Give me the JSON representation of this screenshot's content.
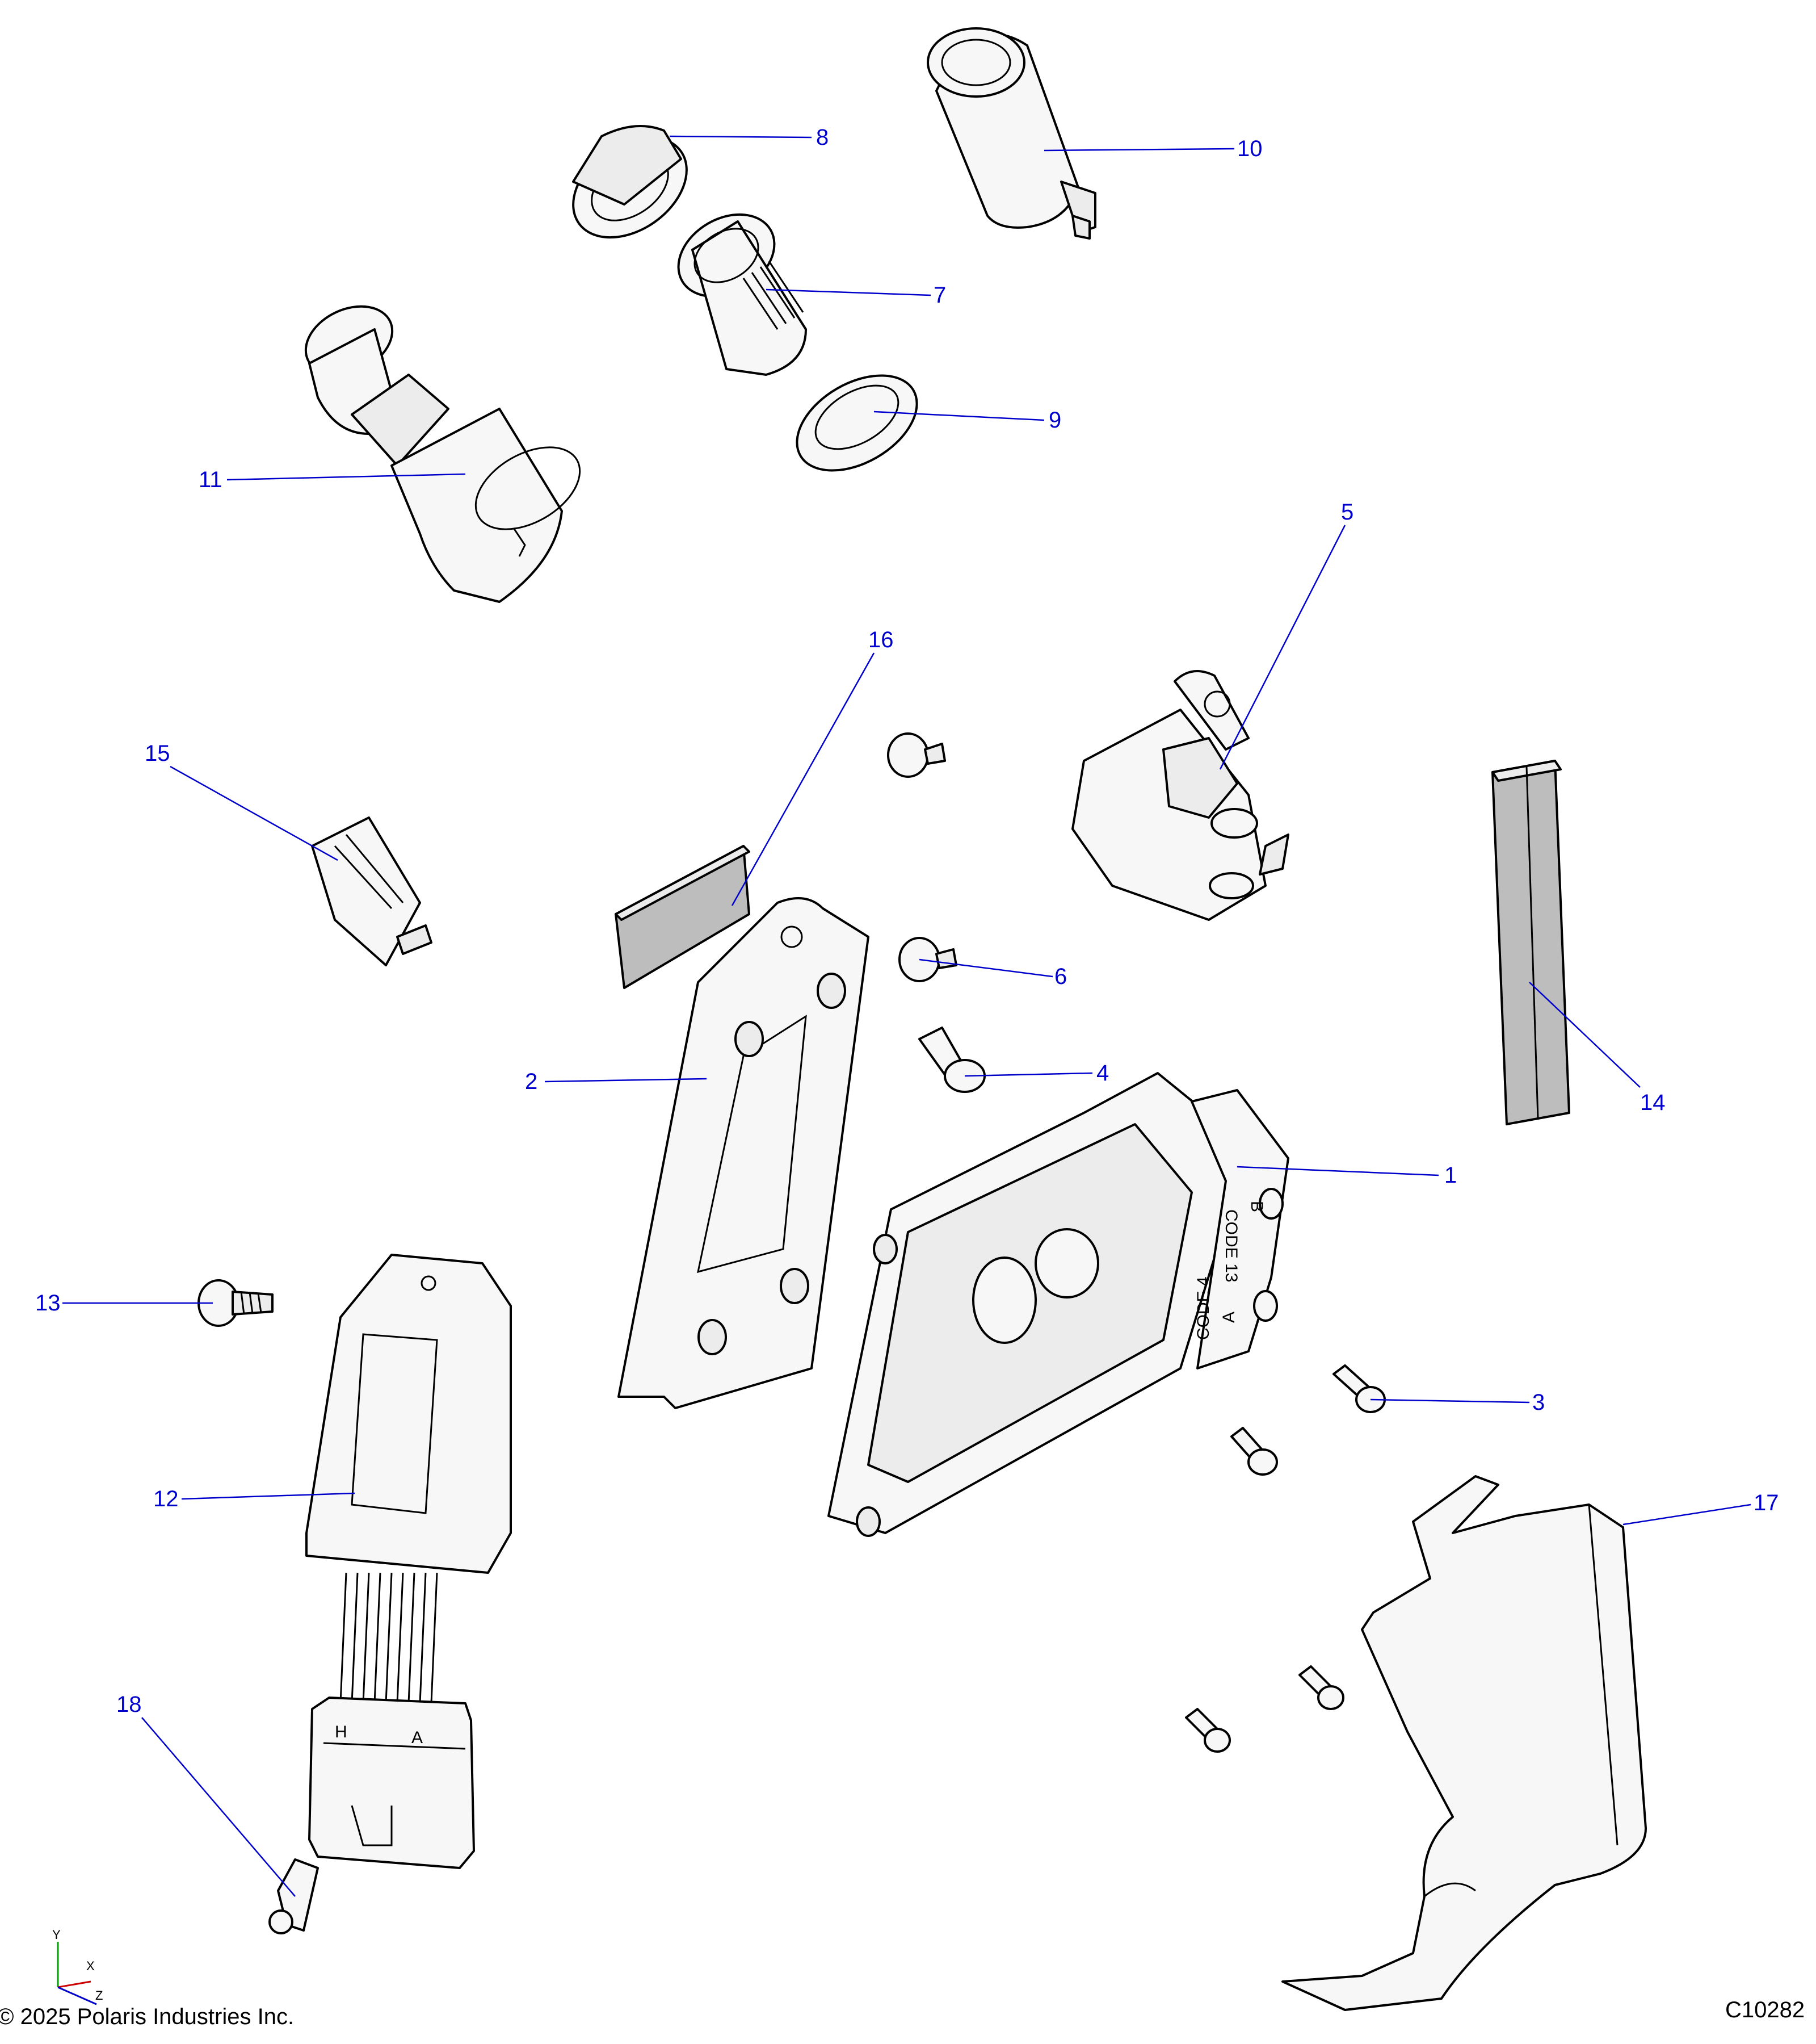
{
  "callouts": [
    {
      "id": "1",
      "label": "1"
    },
    {
      "id": "2",
      "label": "2"
    },
    {
      "id": "3",
      "label": "3"
    },
    {
      "id": "4",
      "label": "4"
    },
    {
      "id": "5",
      "label": "5"
    },
    {
      "id": "6",
      "label": "6"
    },
    {
      "id": "7",
      "label": "7"
    },
    {
      "id": "8",
      "label": "8"
    },
    {
      "id": "9",
      "label": "9"
    },
    {
      "id": "10",
      "label": "10"
    },
    {
      "id": "11",
      "label": "11"
    },
    {
      "id": "12",
      "label": "12"
    },
    {
      "id": "13",
      "label": "13"
    },
    {
      "id": "14",
      "label": "14"
    },
    {
      "id": "15",
      "label": "15"
    },
    {
      "id": "16",
      "label": "16"
    },
    {
      "id": "17",
      "label": "17"
    },
    {
      "id": "18",
      "label": "18"
    }
  ],
  "ecu_marking": {
    "code_b": "CODE 13",
    "letter_b": "B",
    "code_a": "CODE 4",
    "letter_a": "A"
  },
  "connector_marking": {
    "left": "H",
    "right": "A"
  },
  "axis_triad": {
    "y": "Y",
    "x": "X",
    "z": "Z"
  },
  "footer": {
    "copyright": "© 2025 Polaris Industries Inc.",
    "drawing_id": "C10282"
  },
  "colors": {
    "callout": "#0000cc",
    "line": "#000000",
    "part_fill": "#ececec"
  }
}
